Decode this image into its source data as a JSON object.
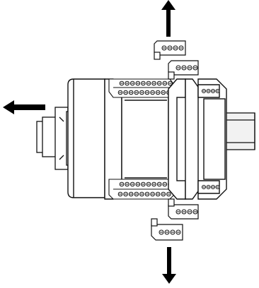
{
  "diagram": {
    "arrows": [
      "arrow-up",
      "arrow-left",
      "arrow-down"
    ],
    "colors": {
      "line": "#111111",
      "fill": "#ffffff",
      "shade": "#e8e8e8",
      "arrow": "#000000"
    }
  }
}
